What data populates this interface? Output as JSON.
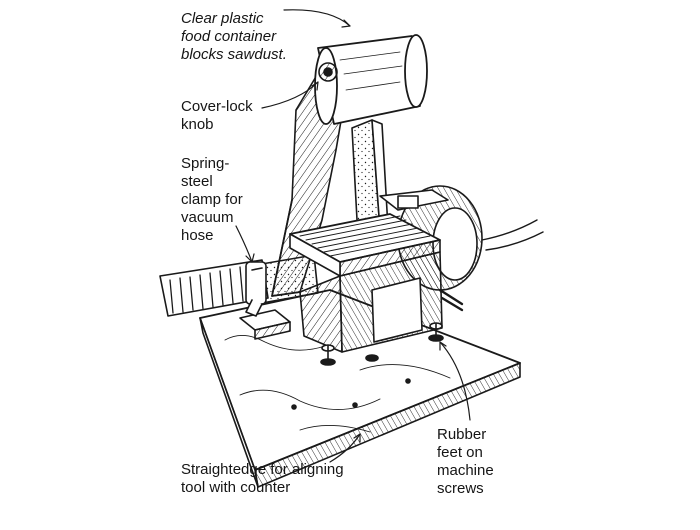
{
  "figure": {
    "annotations": {
      "container": [
        "Clear plastic",
        "food container",
        "blocks sawdust."
      ],
      "knob": [
        "Cover-lock",
        "knob"
      ],
      "clamp": [
        "Spring-",
        "steel",
        "clamp for",
        "vacuum",
        "hose"
      ],
      "feet": [
        "Rubber",
        "feet on",
        "machine",
        "screws"
      ],
      "straightedge": [
        "Straightedge for aligning",
        "tool with counter"
      ]
    },
    "colors": {
      "ink": "#1a1a1a",
      "paper": "#ffffff"
    }
  }
}
